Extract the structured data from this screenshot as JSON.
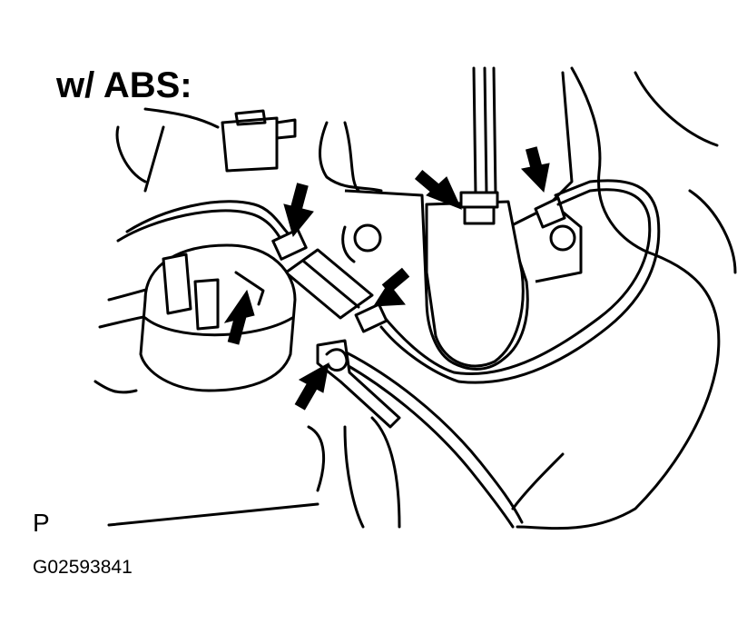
{
  "diagram": {
    "title": "w/ ABS:",
    "view_code": "P",
    "figure_id": "G02593841",
    "arrows": [
      {
        "name": "arrow-upper-left-union"
      },
      {
        "name": "arrow-middle-union"
      },
      {
        "name": "arrow-left-clip"
      },
      {
        "name": "arrow-lower-clip"
      },
      {
        "name": "arrow-master-cylinder-top"
      },
      {
        "name": "arrow-right-fitting"
      }
    ]
  }
}
